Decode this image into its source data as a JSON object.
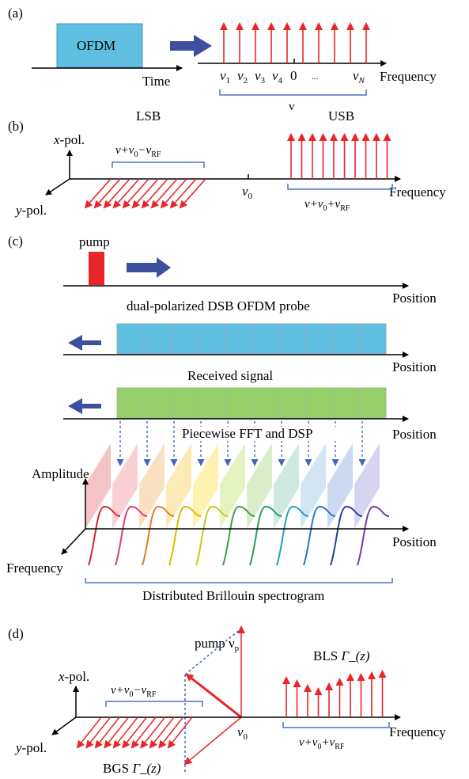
{
  "colors": {
    "accent_red": "#e8262a",
    "arrow_blue": "#3d4f9f",
    "ofdm_blue": "#5fbfe0",
    "cell_blue": "#5fbfe0",
    "cell_green": "#96cf6a",
    "bracket_blue": "#4d73c4",
    "dotted_blue": "#4466bb",
    "pump_red": "#e8262a"
  },
  "panel_a": {
    "label": "(a)",
    "box_label": "OFDM",
    "time_label": "Time",
    "freq_label": "Frequency",
    "sub_labels": [
      "ν",
      "1",
      "ν",
      "2",
      "ν",
      "3",
      "ν",
      "4"
    ],
    "zero": "0",
    "dots": "...",
    "nu_n": "ν",
    "n_sub": "N",
    "v_label": "v"
  },
  "panel_b": {
    "label": "(b)",
    "lsb": "LSB",
    "usb": "USB",
    "xpol": "x",
    "xpol_suffix": "-pol.",
    "ypol": "y",
    "ypol_suffix": "-pol.",
    "freq_label": "Frequency",
    "nu0": "ν",
    "nu0_sub": "0",
    "lsb_expr": [
      "ν+ν",
      "0",
      "−ν",
      "RF"
    ],
    "usb_expr": [
      "ν+ν",
      "0",
      "+ν",
      "RF"
    ]
  },
  "panel_c": {
    "label": "(c)",
    "pump": "pump",
    "position": "Position",
    "probe_label": "dual-polarized DSB OFDM probe",
    "received": "Received signal",
    "fft": "Piecewise FFT and DSP",
    "amplitude": "Amplitude",
    "frequency": "Frequency",
    "spectrogram": "Distributed Brillouin spectrogram"
  },
  "panel_d": {
    "label": "(d)",
    "pump_label": "pump ν",
    "pump_sub": "p",
    "xpol": "x",
    "xpol_suffix": "-pol.",
    "ypol": "y",
    "ypol_suffix": "-pol.",
    "freq_label": "Frequency",
    "nu0": "ν",
    "nu0_sub": "0",
    "bls": "BLS ",
    "bls_gamma": "Γ_(z)",
    "bgs": "BGS ",
    "bgs_gamma": "Γ_(z)",
    "lsb_expr": [
      "ν+ν",
      "0",
      "−ν",
      "RF"
    ],
    "usb_expr": [
      "ν+ν",
      "0",
      "+ν",
      "RF"
    ]
  }
}
